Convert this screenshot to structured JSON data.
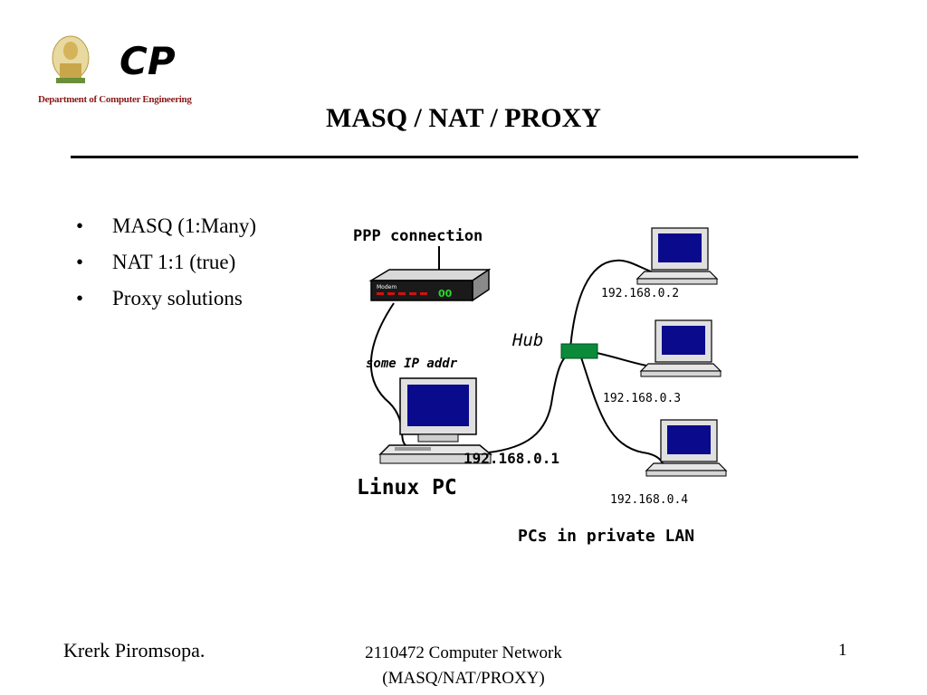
{
  "header": {
    "logo_text": "CP",
    "department": "Department of Computer Engineering"
  },
  "slide": {
    "title": "MASQ / NAT / PROXY",
    "bullets": [
      "MASQ (1:Many)",
      "NAT 1:1 (true)",
      "Proxy solutions"
    ]
  },
  "diagram": {
    "ppp_label": "PPP connection",
    "modem_label": "Modem",
    "modem_lights": "00",
    "ip_label": "some IP addr",
    "hub_label": "Hub",
    "linux_ip": "192.168.0.1",
    "linux_label": "Linux PC",
    "pc_ips": [
      "192.168.0.2",
      "192.168.0.3",
      "192.168.0.4"
    ],
    "lan_label": "PCs in private LAN",
    "colors": {
      "screen": "#0a0a8c",
      "hub": "#0b8a3a",
      "modem": "#1a1a1a",
      "modem_light": "#d01010"
    }
  },
  "footer": {
    "author": "Krerk Piromsopa.",
    "course_line1": "2110472 Computer Network",
    "course_line2": "(MASQ/NAT/PROXY)",
    "page": "1"
  }
}
